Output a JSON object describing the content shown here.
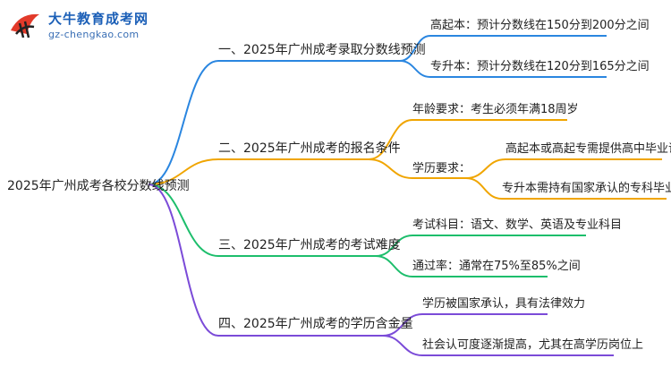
{
  "logo": {
    "title": "大牛教育成考网",
    "url": "gz-chengkao.com"
  },
  "root": {
    "label": "2025年广州成考各校分数线预测"
  },
  "colors": {
    "blue": "#2a86e0",
    "orange": "#f0a500",
    "green": "#1dbe6c",
    "purple": "#7b4bd8"
  },
  "branches": [
    {
      "label": "一、2025年广州成考录取分数线预测",
      "leaves": [
        "高起本：预计分数线在150分到200分之间",
        "专升本：预计分数线在120分到165分之间"
      ]
    },
    {
      "label": "二、2025年广州成考的报名条件",
      "leaves": [
        "年龄要求：考生必须年满18周岁",
        "学历要求："
      ],
      "subleaves": [
        "高起本或高起专需提供高中毕业证书",
        "专升本需持有国家承认的专科毕业证书"
      ]
    },
    {
      "label": "三、2025年广州成考的考试难度",
      "leaves": [
        "考试科目：语文、数学、英语及专业科目",
        "通过率：通常在75%至85%之间"
      ]
    },
    {
      "label": "四、2025年广州成考的学历含金量",
      "leaves": [
        "学历被国家承认，具有法律效力",
        "社会认可度逐渐提高，尤其在高学历岗位上"
      ]
    }
  ]
}
